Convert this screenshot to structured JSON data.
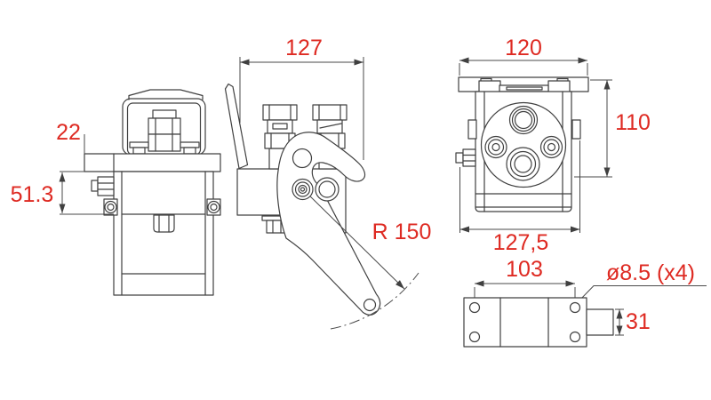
{
  "drawing": {
    "type": "technical-drawing",
    "background": "#ffffff",
    "line_color": "#404040",
    "dimension_text_color": "#de2a22"
  },
  "dimensions": {
    "front_step_height": "22",
    "front_lower_height": "51.3",
    "side_width": "127",
    "swing_radius": "R 150",
    "rear_top_width": "120",
    "rear_height": "110",
    "rear_overall_width": "127,5",
    "plate_hole_spacing": "103",
    "plate_hole_note": "ø8.5 (x4)",
    "plate_block_height": "31"
  }
}
